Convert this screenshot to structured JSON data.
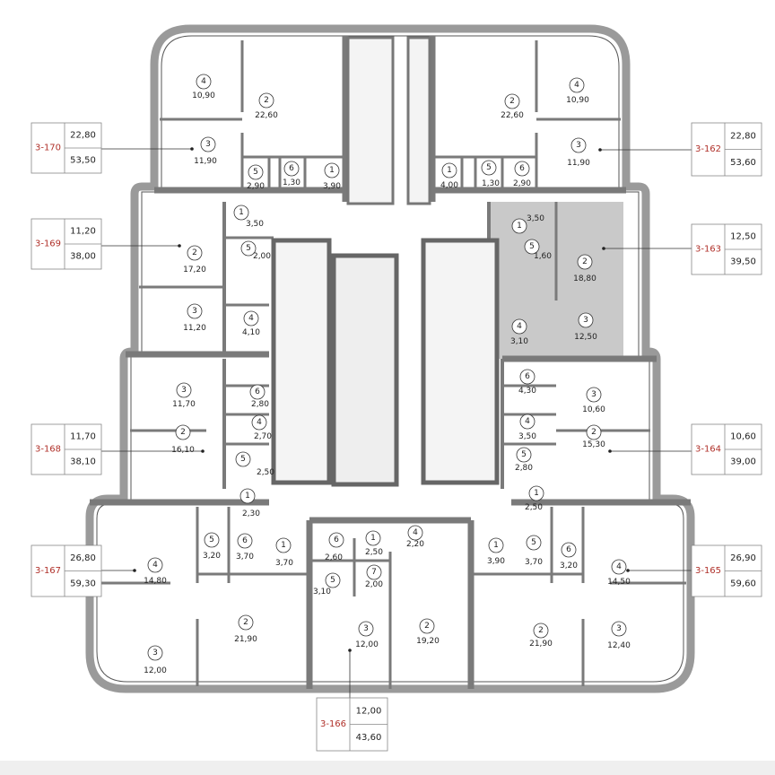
{
  "colors": {
    "unit_id": "#b0312a",
    "wall": "#7a7a7a",
    "highlight": "#c9c9c9",
    "text": "#222222"
  },
  "highlighted_unit": "3-163",
  "units": [
    {
      "id": "3-170",
      "living": "22,80",
      "total": "53,50",
      "rooms": [
        {
          "n": "4",
          "area": "10,90"
        },
        {
          "n": "2",
          "area": "22,60"
        },
        {
          "n": "3",
          "area": "11,90"
        },
        {
          "n": "5",
          "area": "2,90"
        },
        {
          "n": "6",
          "area": "1,30"
        },
        {
          "n": "1",
          "area": "3,90"
        }
      ]
    },
    {
      "id": "3-169",
      "living": "11,20",
      "total": "38,00",
      "rooms": [
        {
          "n": "1",
          "area": "3,50"
        },
        {
          "n": "5",
          "area": "2,00"
        },
        {
          "n": "2",
          "area": "17,20"
        },
        {
          "n": "3",
          "area": "11,20"
        },
        {
          "n": "4",
          "area": "4,10"
        }
      ]
    },
    {
      "id": "3-168",
      "living": "11,70",
      "total": "38,10",
      "rooms": [
        {
          "n": "3",
          "area": "11,70"
        },
        {
          "n": "6",
          "area": "2,80"
        },
        {
          "n": "4",
          "area": "2,70"
        },
        {
          "n": "2",
          "area": "16,10"
        },
        {
          "n": "5",
          "area": "2,50"
        },
        {
          "n": "1",
          "area": "2,30"
        }
      ]
    },
    {
      "id": "3-167",
      "living": "26,80",
      "total": "59,30",
      "rooms": [
        {
          "n": "5",
          "area": "3,20"
        },
        {
          "n": "6",
          "area": "3,70"
        },
        {
          "n": "1",
          "area": "3,70"
        },
        {
          "n": "4",
          "area": "14,80"
        },
        {
          "n": "2",
          "area": "21,90"
        },
        {
          "n": "3",
          "area": "12,00"
        }
      ]
    },
    {
      "id": "3-166",
      "living": "12,00",
      "total": "43,60",
      "rooms": [
        {
          "n": "6",
          "area": "2,60"
        },
        {
          "n": "1",
          "area": "2,50"
        },
        {
          "n": "4",
          "area": "2,20"
        },
        {
          "n": "7",
          "area": "2,00"
        },
        {
          "n": "5",
          "area": "3,10"
        },
        {
          "n": "3",
          "area": "12,00"
        },
        {
          "n": "2",
          "area": "19,20"
        }
      ]
    },
    {
      "id": "3-165",
      "living": "26,90",
      "total": "59,60",
      "rooms": [
        {
          "n": "1",
          "area": "3,90"
        },
        {
          "n": "5",
          "area": "3,70"
        },
        {
          "n": "6",
          "area": "3,20"
        },
        {
          "n": "4",
          "area": "14,50"
        },
        {
          "n": "2",
          "area": "21,90"
        },
        {
          "n": "3",
          "area": "12,40"
        }
      ]
    },
    {
      "id": "3-164",
      "living": "10,60",
      "total": "39,00",
      "rooms": [
        {
          "n": "6",
          "area": "4,30"
        },
        {
          "n": "3",
          "area": "10,60"
        },
        {
          "n": "4",
          "area": "3,50"
        },
        {
          "n": "2",
          "area": "15,30"
        },
        {
          "n": "5",
          "area": "2,80"
        },
        {
          "n": "1",
          "area": "2,50"
        }
      ]
    },
    {
      "id": "3-163",
      "living": "12,50",
      "total": "39,50",
      "rooms": [
        {
          "n": "1",
          "area": "3,50"
        },
        {
          "n": "5",
          "area": "1,60"
        },
        {
          "n": "2",
          "area": "18,80"
        },
        {
          "n": "4",
          "area": "3,10"
        },
        {
          "n": "3",
          "area": "12,50"
        }
      ]
    },
    {
      "id": "3-162",
      "living": "22,80",
      "total": "53,60",
      "rooms": [
        {
          "n": "2",
          "area": "22,60"
        },
        {
          "n": "4",
          "area": "10,90"
        },
        {
          "n": "3",
          "area": "11,90"
        },
        {
          "n": "6",
          "area": "2,90"
        },
        {
          "n": "5",
          "area": "1,30"
        },
        {
          "n": "1",
          "area": "4,00"
        }
      ]
    }
  ]
}
